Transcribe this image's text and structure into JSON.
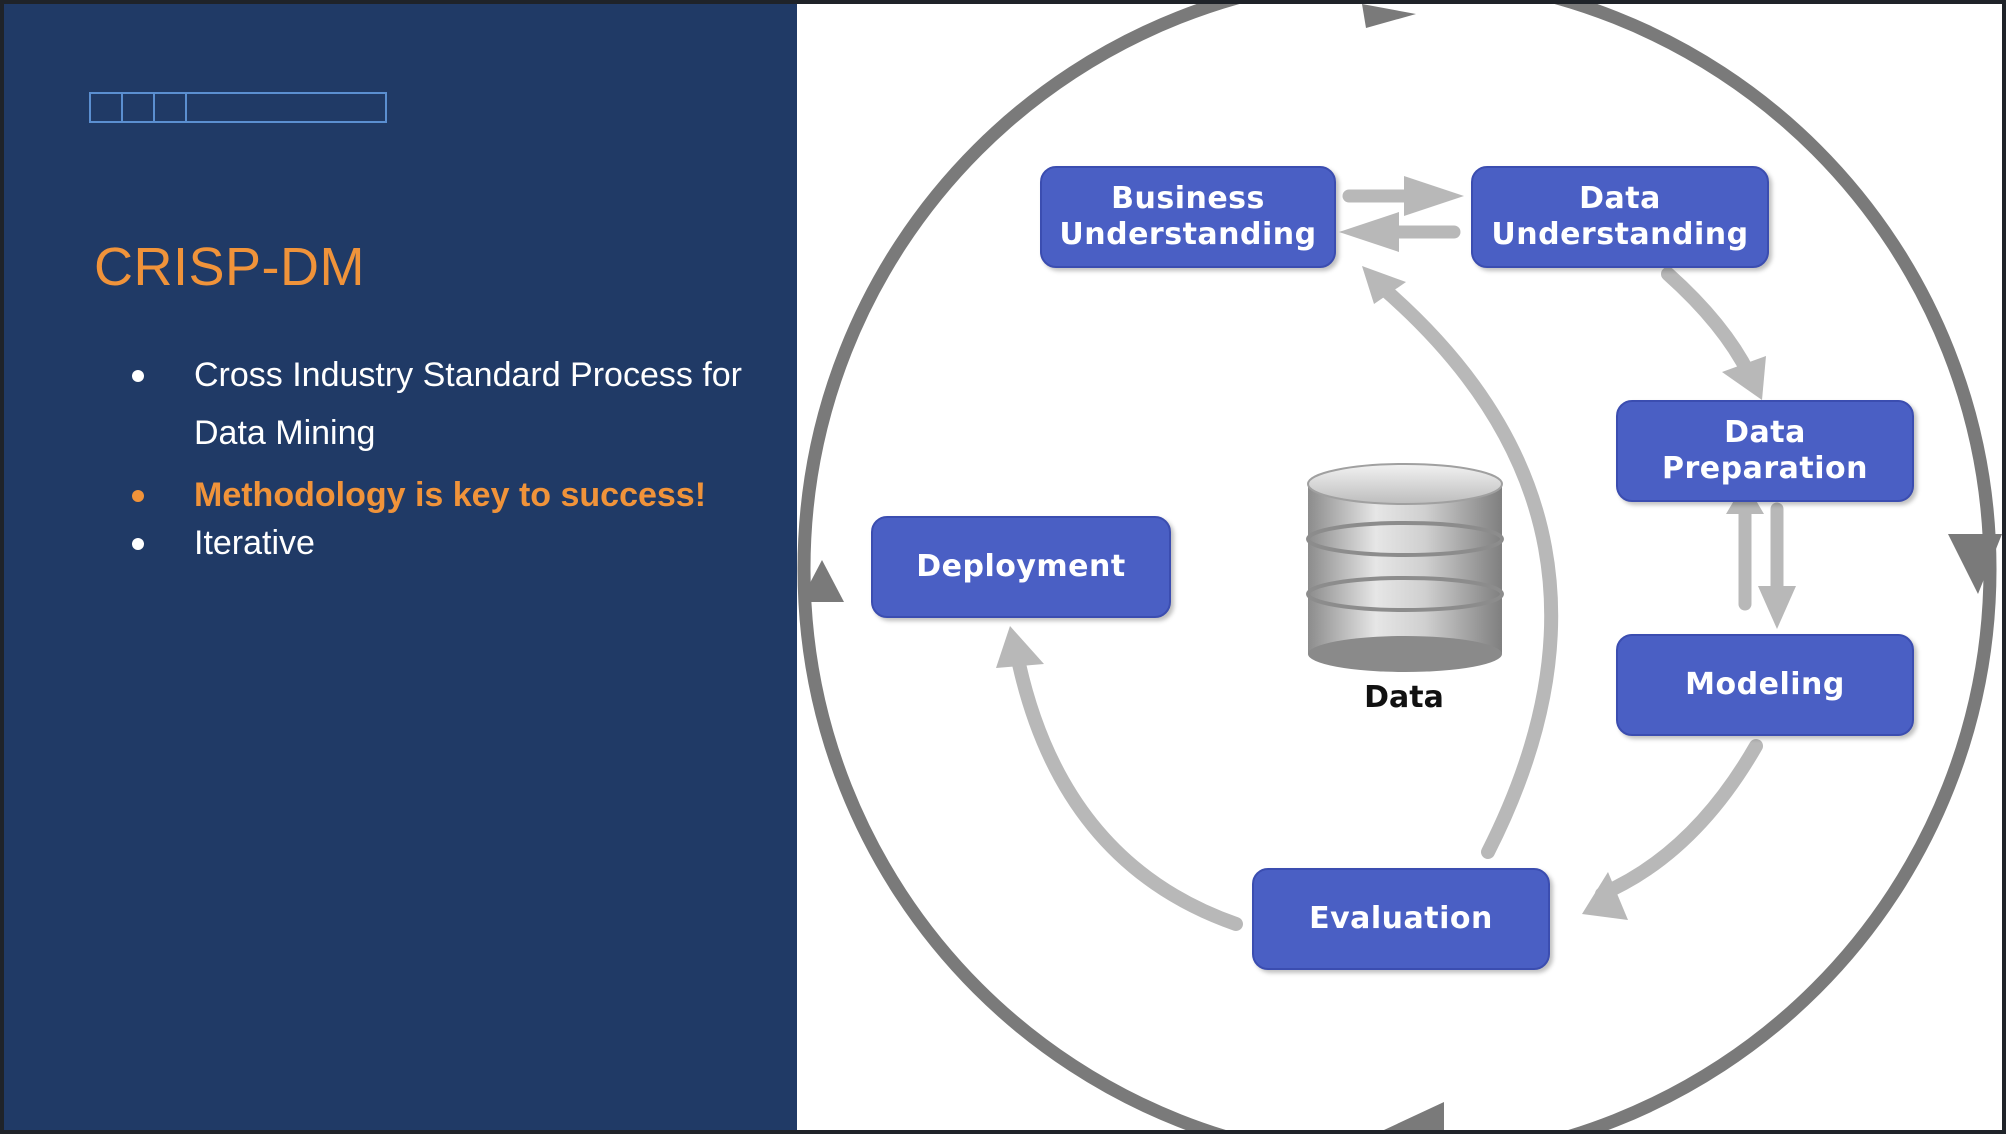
{
  "slide": {
    "title": "CRISP-DM",
    "bullets": [
      {
        "text": "Cross Industry Standard Process for Data Mining",
        "highlight": false
      },
      {
        "text": "Methodology is key to success!",
        "highlight": true
      },
      {
        "text": "Iterative",
        "highlight": false
      }
    ]
  },
  "diagram": {
    "stages": {
      "business_understanding": [
        "Business",
        "Understanding"
      ],
      "data_understanding": [
        "Data",
        "Understanding"
      ],
      "data_preparation": [
        "Data",
        "Preparation"
      ],
      "modeling": [
        "Modeling"
      ],
      "evaluation": [
        "Evaluation"
      ],
      "deployment": [
        "Deployment"
      ]
    },
    "center_label": "Data"
  },
  "colors": {
    "panel_background": "#203a66",
    "accent_orange": "#f0933a",
    "stage_blue": "#4a5fc4",
    "outer_ring_gray": "#7a7a7a",
    "inner_arrow_gray": "#b8b8b8"
  }
}
